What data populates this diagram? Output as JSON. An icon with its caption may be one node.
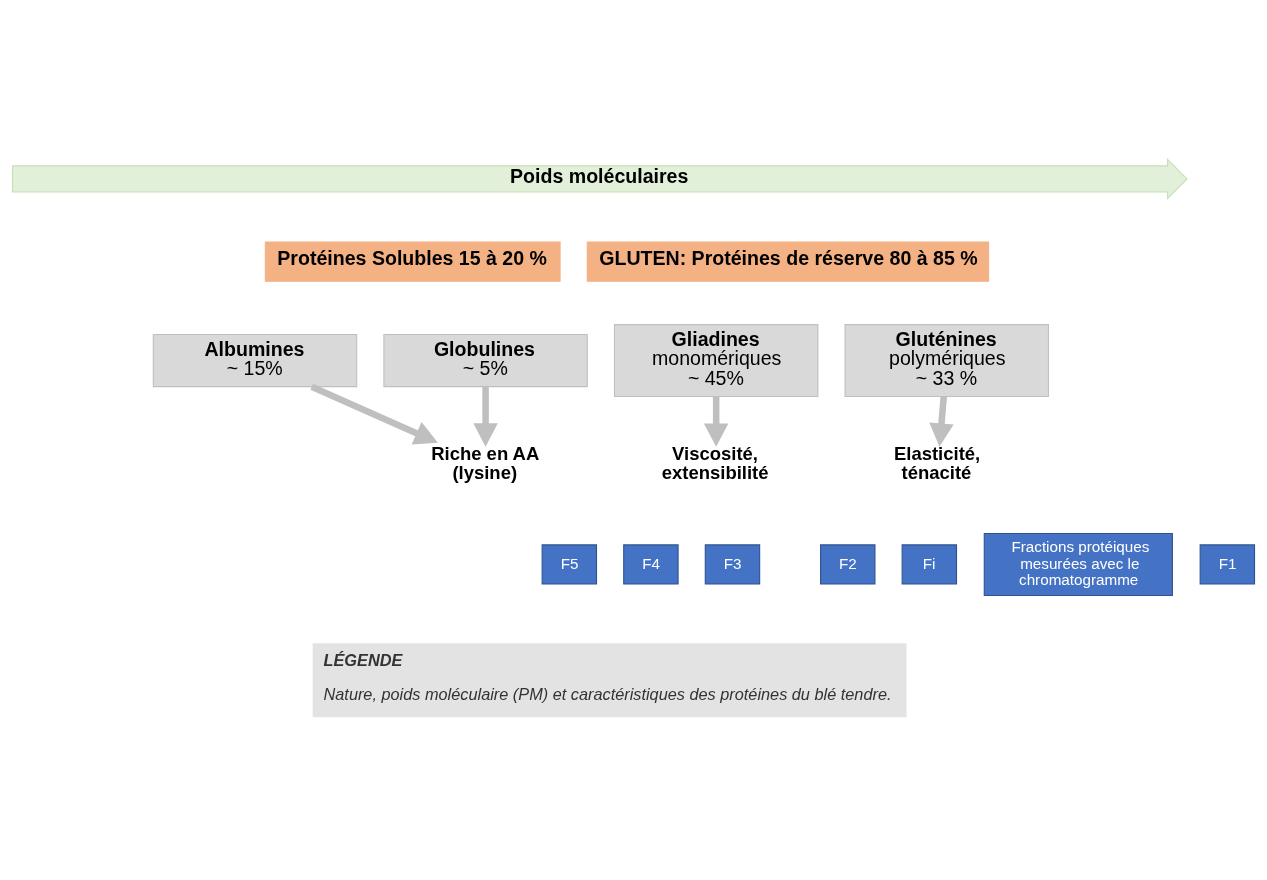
{
  "diagram": {
    "nodes": [
      {
        "text": [
          "Poids moléculaires"
        ]
      },
      {
        "text": [
          "Protéines Solubles 15 à 20 %"
        ]
      },
      {
        "text": [
          "GLUTEN: Protéines de réserve 80 à 85 %"
        ]
      },
      {
        "text": [
          "Albumines",
          "~ 15%"
        ]
      },
      {
        "text": [
          "Globulines",
          "~ 5%"
        ]
      },
      {
        "text": [
          "Gliadines",
          "monomériques ~ 45%"
        ]
      },
      {
        "text": [
          "Gluténines",
          "polymériques ~ 33 %"
        ]
      },
      {
        "text": [
          "Riche en AA (lysine)"
        ]
      },
      {
        "text": [
          "Viscosité, extensibilité"
        ]
      },
      {
        "text": [
          "Elasticité, ténacité"
        ]
      },
      {
        "text": [
          "Fractions protéiques mesurées avec le chromatogramme"
        ]
      },
      {
        "text": [
          "F5"
        ]
      },
      {
        "text": [
          "F3"
        ]
      },
      {
        "text": [
          "F4"
        ]
      },
      {
        "text": [
          "F1"
        ]
      },
      {
        "text": [
          "F2"
        ]
      },
      {
        "text": [
          "Fi"
        ]
      }
    ],
    "edges": [
      {
        "from": 3,
        "to": 7,
        "arrow": "to"
      },
      {
        "from": 4,
        "to": 7,
        "arrow": "to"
      },
      {
        "from": 5,
        "to": 8,
        "arrow": "to"
      },
      {
        "from": 6,
        "to": 9,
        "arrow": "to"
      }
    ],
    "labels": [
      "LÉGENDE",
      "Nature, poids moléculaire (PM) et caractéristiques des protéines du blé tendre."
    ]
  }
}
